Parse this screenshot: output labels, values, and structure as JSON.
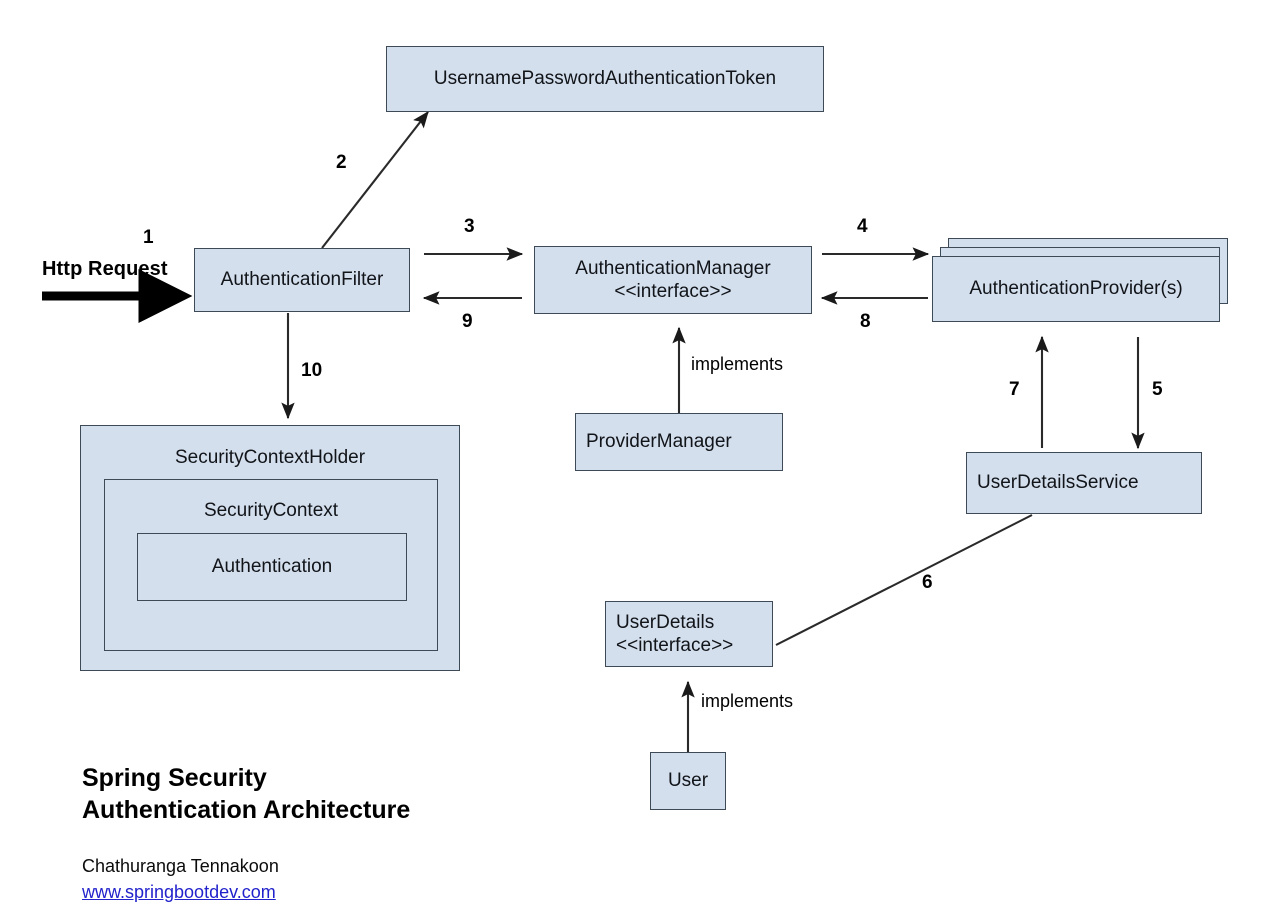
{
  "diagram": {
    "type": "architecture-flow-diagram",
    "title": "Spring Security Authentication Architecture",
    "background_color": "#ffffff",
    "box_fill_color": "#d4dfee",
    "box_border_color": "#3f4a57",
    "link_color": "#2222cc"
  },
  "nodes": {
    "token": {
      "label": "UsernamePasswordAuthenticationToken"
    },
    "filter": {
      "label": "AuthenticationFilter"
    },
    "manager": {
      "label": "AuthenticationManager\n<<interface>>"
    },
    "providers": {
      "label": "AuthenticationProvider(s)"
    },
    "provider_manager": {
      "label": "ProviderManager"
    },
    "user_details_service": {
      "label": "UserDetailsService"
    },
    "user_details": {
      "label": "UserDetails\n<<interface>>"
    },
    "user": {
      "label": "User"
    },
    "security_context_holder": {
      "label": "SecurityContextHolder"
    },
    "security_context": {
      "label": "SecurityContext"
    },
    "authentication": {
      "label": "Authentication"
    }
  },
  "edges": {
    "http_request": "Http Request",
    "n1": "1",
    "n2": "2",
    "n3": "3",
    "n4": "4",
    "n5": "5",
    "n6": "6",
    "n7": "7",
    "n8": "8",
    "n9": "9",
    "n10": "10",
    "implements_manager": "implements",
    "implements_user": "implements"
  },
  "footer": {
    "title": "Spring Security\nAuthentication Architecture",
    "author": "Chathuranga Tennakoon",
    "url": "www.springbootdev.com"
  }
}
